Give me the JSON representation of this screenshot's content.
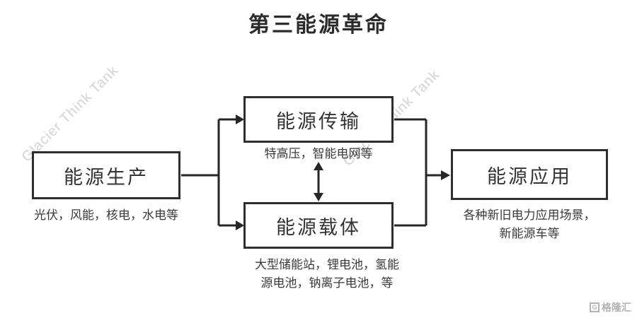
{
  "title": "第三能源革命",
  "watermark": {
    "text": "Glacier Think Tank"
  },
  "nodes": {
    "production": {
      "label": "能源生产",
      "caption": "光伏，风能，核电，水电等"
    },
    "transmission": {
      "label": "能源传输",
      "caption": "特高压，智能电网等"
    },
    "carrier": {
      "label": "能源载体",
      "caption_line1": "大型储能站，锂电池，氢能",
      "caption_line2": "源电池，钠离子电池，等"
    },
    "application": {
      "label": "能源应用",
      "caption_line1": "各种新旧电力应用场景，",
      "caption_line2": "新能源车等"
    }
  },
  "footer": {
    "logo_text": "格隆汇",
    "logo_mark": "G"
  },
  "colors": {
    "line": "#262626",
    "box_border": "#2e2e2e",
    "text": "#333333",
    "watermark_gray": "#828282"
  }
}
